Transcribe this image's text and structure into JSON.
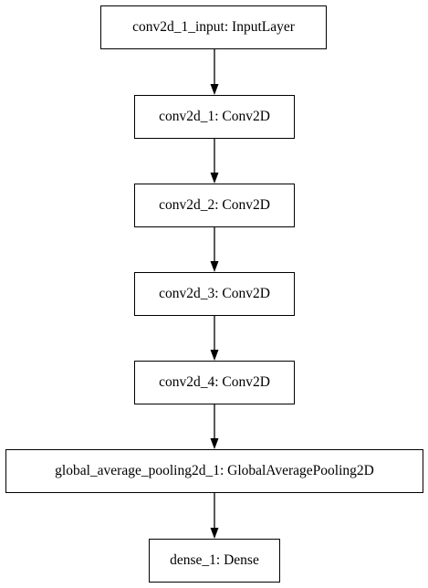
{
  "nodes": [
    {
      "id": "conv2d_1_input",
      "label": "conv2d_1_input: InputLayer"
    },
    {
      "id": "conv2d_1",
      "label": "conv2d_1: Conv2D"
    },
    {
      "id": "conv2d_2",
      "label": "conv2d_2: Conv2D"
    },
    {
      "id": "conv2d_3",
      "label": "conv2d_3: Conv2D"
    },
    {
      "id": "conv2d_4",
      "label": "conv2d_4: Conv2D"
    },
    {
      "id": "global_average_pooling2d_1",
      "label": "global_average_pooling2d_1: GlobalAveragePooling2D"
    },
    {
      "id": "dense_1",
      "label": "dense_1: Dense"
    }
  ],
  "edges": [
    {
      "from": "conv2d_1_input",
      "to": "conv2d_1"
    },
    {
      "from": "conv2d_1",
      "to": "conv2d_2"
    },
    {
      "from": "conv2d_2",
      "to": "conv2d_3"
    },
    {
      "from": "conv2d_3",
      "to": "conv2d_4"
    },
    {
      "from": "conv2d_4",
      "to": "global_average_pooling2d_1"
    },
    {
      "from": "global_average_pooling2d_1",
      "to": "dense_1"
    }
  ],
  "colors": {
    "stroke": "#000000",
    "fill": "#ffffff",
    "text": "#000000"
  }
}
